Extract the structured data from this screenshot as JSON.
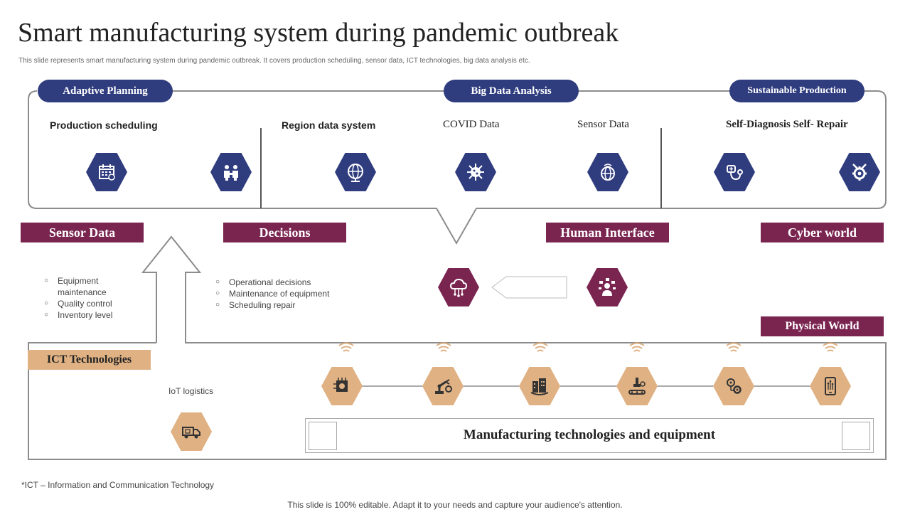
{
  "title": "Smart manufacturing system during pandemic outbreak",
  "subtitle": "This slide represents smart manufacturing system during pandemic outbreak. It covers production scheduling, sensor data, ICT  technologies, big data analysis etc.",
  "top_pills": {
    "adaptive": "Adaptive Planning",
    "bigdata": "Big Data Analysis",
    "sustainable": "Sustainable Production"
  },
  "top_labels": {
    "production_scheduling": "Production scheduling",
    "region_data": "Region data system",
    "covid_data": "COVID Data",
    "sensor_data": "Sensor Data",
    "self_diagnosis": "Self-Diagnosis Self- Repair"
  },
  "top_icons": [
    "calendar-icon",
    "meeting-icon",
    "globe-icon",
    "virus-icon",
    "network-globe-icon",
    "stethoscope-icon",
    "gear-wrench-icon"
  ],
  "bands": {
    "sensor_data": "Sensor Data",
    "decisions": "Decisions",
    "human_interface": "Human Interface",
    "cyber_world": "Cyber world",
    "physical_world": "Physical World",
    "ict": "ICT Technologies"
  },
  "sensor_list": [
    "Equipment maintenance",
    "Quality control",
    "Inventory  level"
  ],
  "decision_list": [
    "Operational  decisions",
    "Maintenance of equipment",
    "Scheduling repair"
  ],
  "iot_logistics": "IoT logistics",
  "manufacturing_label": "Manufacturing technologies and equipment",
  "bottom_icons": [
    "chip-icon",
    "robot-arm-icon",
    "smart-building-icon",
    "conveyor-icon",
    "network-gear-icon",
    "smartphone-circuit-icon"
  ],
  "footnote": "*ICT – Information  and  Communication  Technology",
  "footer": "This slide is 100% editable. Adapt it to your needs and capture your audience's attention.",
  "colors": {
    "navy": "#2f3c7e",
    "maroon": "#7a2450",
    "tan": "#dfb183",
    "line": "#8c8c8c"
  }
}
